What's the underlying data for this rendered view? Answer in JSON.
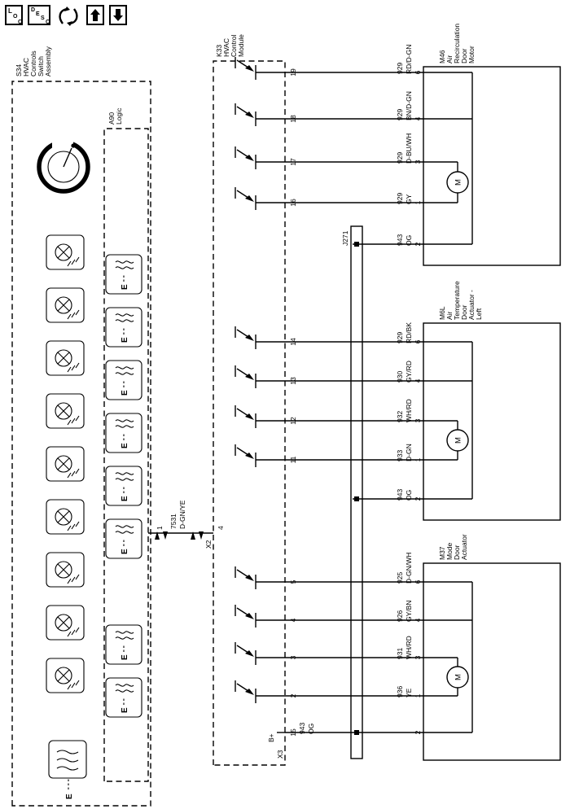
{
  "toolbar": {
    "loc": [
      "L",
      "O",
      "C"
    ],
    "desc": [
      "D",
      "E",
      "S",
      "C"
    ]
  },
  "components": {
    "s34": [
      "S34",
      "HVAC",
      "Controls",
      "Switch",
      "Assembly"
    ],
    "a90": [
      "A90",
      "Logic"
    ],
    "k33": [
      "K33",
      "HVAC",
      "Control",
      "Module"
    ],
    "m46": [
      "M46",
      "Air",
      "Recirculation",
      "Door",
      "Motor"
    ],
    "m6l": [
      "M6L",
      "Air",
      "Temperature",
      "Door",
      "Actuator -",
      "Left"
    ],
    "m37": [
      "M37",
      "Mode",
      "Door",
      "Actuator"
    ]
  },
  "junction_label": "J271",
  "connector_labels": {
    "x2": "X2",
    "x3": "X3",
    "bplus": "B+"
  },
  "symbols": {
    "switch": "E",
    "motor": "M"
  },
  "data_wire": {
    "circuit": "7531",
    "color": "D-GN/YE",
    "s34_pin": "1",
    "k33_pin": "4"
  },
  "groups": [
    {
      "device": "M46",
      "wires": [
        {
          "module_pin": "19",
          "circuit": "929",
          "color": "RD/D-GN",
          "device_pin": "6"
        },
        {
          "module_pin": "18",
          "circuit": "929",
          "color": "BN/D-GN",
          "device_pin": "4"
        },
        {
          "module_pin": "17",
          "circuit": "929",
          "color": "D-BU/WH",
          "device_pin": "3"
        },
        {
          "module_pin": "16",
          "circuit": "929",
          "color": "GY",
          "device_pin": "1"
        },
        {
          "module_pin": "",
          "circuit": "943",
          "color": "OG",
          "device_pin": "2"
        }
      ]
    },
    {
      "device": "M6L",
      "wires": [
        {
          "module_pin": "14",
          "circuit": "929",
          "color": "RD/BK",
          "device_pin": "6"
        },
        {
          "module_pin": "13",
          "circuit": "930",
          "color": "GY/RD",
          "device_pin": "4"
        },
        {
          "module_pin": "12",
          "circuit": "932",
          "color": "WH/RD",
          "device_pin": "3"
        },
        {
          "module_pin": "11",
          "circuit": "933",
          "color": "D-GN",
          "device_pin": "1"
        },
        {
          "module_pin": "",
          "circuit": "943",
          "color": "OG",
          "device_pin": "2"
        }
      ]
    },
    {
      "device": "M37",
      "wires": [
        {
          "module_pin": "5",
          "circuit": "925",
          "color": "D-GN/WH",
          "device_pin": "6"
        },
        {
          "module_pin": "4",
          "circuit": "926",
          "color": "GY/BN",
          "device_pin": "4"
        },
        {
          "module_pin": "3",
          "circuit": "931",
          "color": "WH/RD",
          "device_pin": "3"
        },
        {
          "module_pin": "2",
          "circuit": "936",
          "color": "YE",
          "device_pin": "1"
        },
        {
          "module_pin": "15",
          "circuit": "943",
          "color": "OG",
          "device_pin": "2"
        }
      ]
    }
  ]
}
